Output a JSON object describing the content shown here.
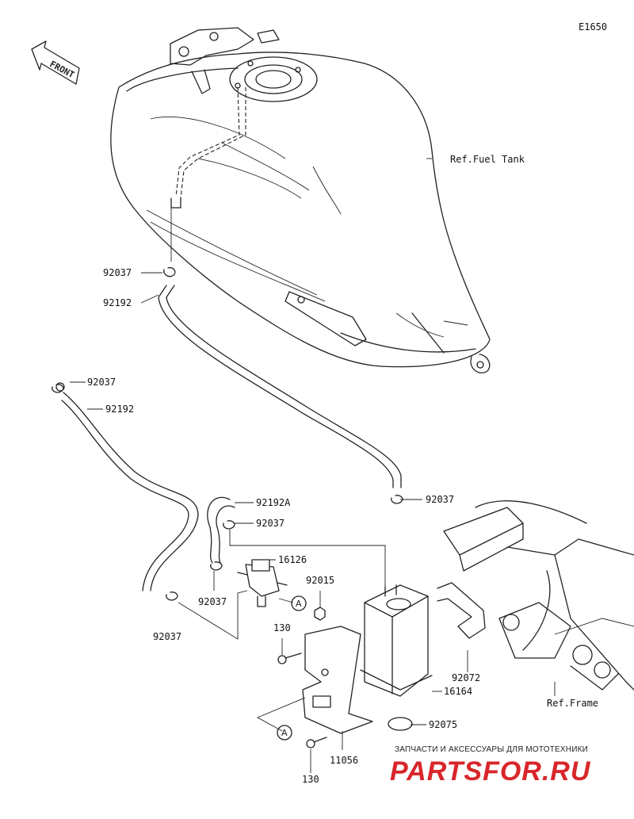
{
  "diagram_code": "E1650",
  "front_label": "FRONT",
  "ref_labels": {
    "fuel_tank": "Ref.Fuel Tank",
    "frame": "Ref.Frame"
  },
  "parts": [
    {
      "id": "p1",
      "number": "92037"
    },
    {
      "id": "p2",
      "number": "92192"
    },
    {
      "id": "p3",
      "number": "92037"
    },
    {
      "id": "p4",
      "number": "92192"
    },
    {
      "id": "p5",
      "number": "92037"
    },
    {
      "id": "p6",
      "number": "92192A"
    },
    {
      "id": "p7",
      "number": "92037"
    },
    {
      "id": "p8",
      "number": "16126"
    },
    {
      "id": "p9",
      "number": "92015"
    },
    {
      "id": "p10",
      "number": "92037"
    },
    {
      "id": "p11",
      "number": "92037"
    },
    {
      "id": "p12",
      "number": "130"
    },
    {
      "id": "p13",
      "number": "92072"
    },
    {
      "id": "p14",
      "number": "16164"
    },
    {
      "id": "p15",
      "number": "92075"
    },
    {
      "id": "p16",
      "number": "11056"
    },
    {
      "id": "p17",
      "number": "130"
    }
  ],
  "connector_marks": [
    "A",
    "A"
  ],
  "watermark": {
    "tagline": "ЗАПЧАСТИ И АКСЕССУАРЫ ДЛЯ МОТОТЕХНИКИ",
    "logo": "PARTSFOR.RU"
  },
  "colors": {
    "line": "#222222",
    "background": "#ffffff",
    "watermark_red": "#d8262b"
  }
}
